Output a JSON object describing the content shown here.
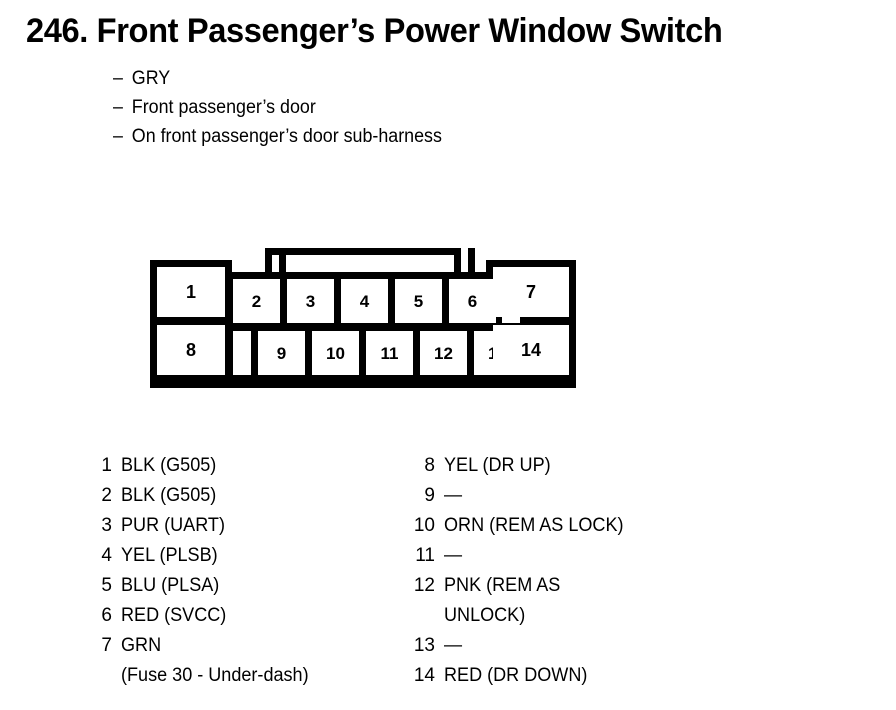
{
  "page": {
    "title": "246. Front Passenger’s Power Window Switch",
    "subtitles": [
      "GRY",
      "Front passenger’s door",
      "On front passenger’s door sub-harness"
    ],
    "dash_marker": "–",
    "ink_color": "#000000",
    "background_color": "#ffffff"
  },
  "connector": {
    "name": "14-pin connector diagram",
    "total_pins": 14,
    "top_row_pins": [
      "1",
      "2",
      "3",
      "4",
      "5",
      "6",
      "7"
    ],
    "bottom_row_pins": [
      "8",
      "9",
      "10",
      "11",
      "12",
      "13",
      "14"
    ],
    "pins": {
      "p1": "1",
      "p2": "2",
      "p3": "3",
      "p4": "4",
      "p5": "5",
      "p6": "6",
      "p7": "7",
      "p8": "8",
      "p9": "9",
      "p10": "10",
      "p11": "11",
      "p12": "12",
      "p13": "13",
      "p14": "14"
    }
  },
  "legend": {
    "left": [
      {
        "num": "1",
        "label": "BLK (G505)",
        "cont": ""
      },
      {
        "num": "2",
        "label": "BLK (G505)",
        "cont": ""
      },
      {
        "num": "3",
        "label": "PUR (UART)",
        "cont": ""
      },
      {
        "num": "4",
        "label": "YEL (PLSB)",
        "cont": ""
      },
      {
        "num": "5",
        "label": "BLU (PLSA)",
        "cont": ""
      },
      {
        "num": "6",
        "label": "RED (SVCC)",
        "cont": ""
      },
      {
        "num": "7",
        "label": "GRN",
        "cont": "(Fuse 30 - Under-dash)"
      }
    ],
    "right": [
      {
        "num": "8",
        "label": "YEL (DR UP)",
        "cont": ""
      },
      {
        "num": "9",
        "label": "—",
        "cont": ""
      },
      {
        "num": "10",
        "label": "ORN (REM AS LOCK)",
        "cont": ""
      },
      {
        "num": "11",
        "label": "—",
        "cont": ""
      },
      {
        "num": "12",
        "label": "PNK (REM AS",
        "cont": "UNLOCK)"
      },
      {
        "num": "13",
        "label": "—",
        "cont": ""
      },
      {
        "num": "14",
        "label": "RED (DR DOWN)",
        "cont": ""
      }
    ]
  }
}
